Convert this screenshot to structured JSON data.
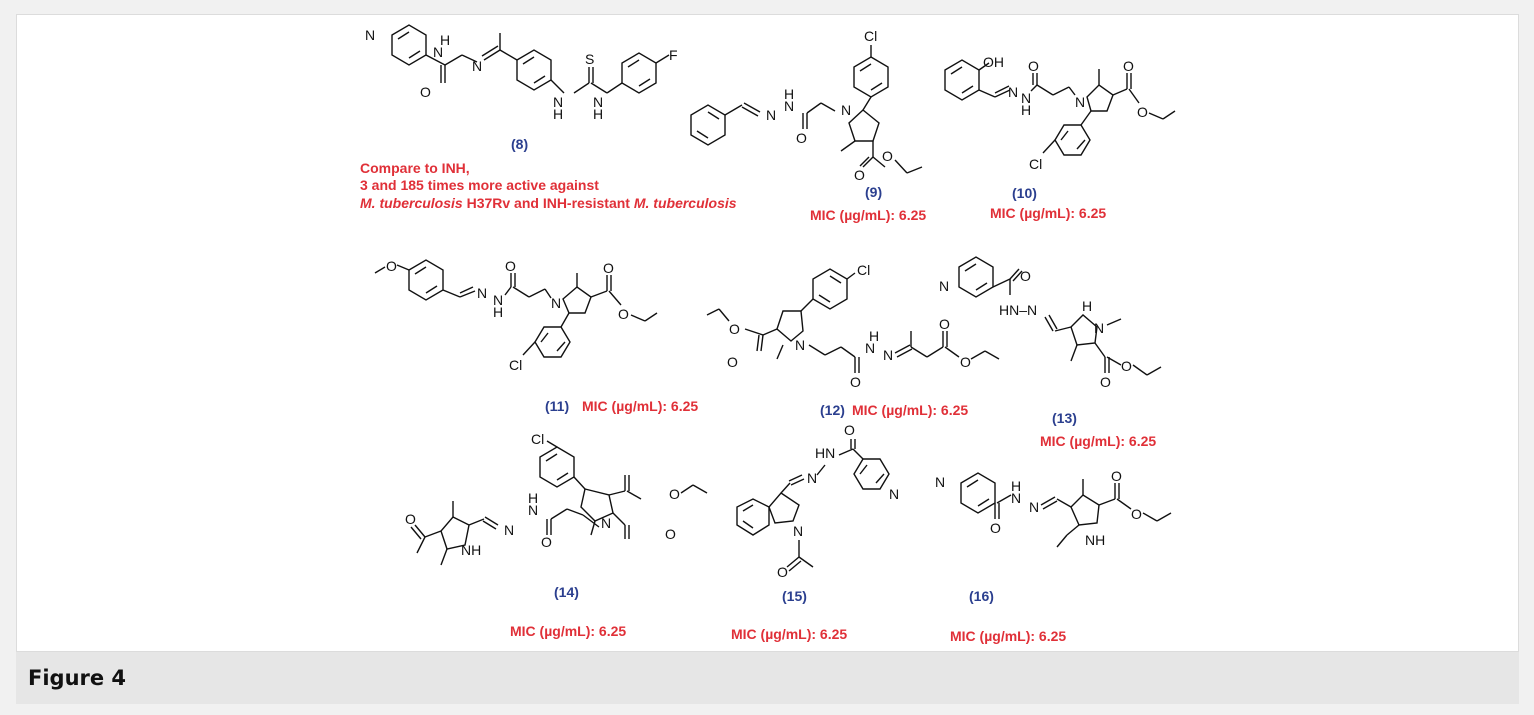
{
  "figure": {
    "caption": "Figure 4",
    "note_lines": [
      "Compare to INH,",
      "3 and 185 times more active against"
    ],
    "note_line3": {
      "italic1": "M. tuberculosis",
      "plain": " H37Rv and INH-resistant ",
      "italic2": "M. tuberculosis"
    },
    "compounds": [
      {
        "id": "8",
        "label": "(8)",
        "mic": ""
      },
      {
        "id": "9",
        "label": "(9)",
        "mic": "MIC (µg/mL): 6.25"
      },
      {
        "id": "10",
        "label": "(10)",
        "mic": "MIC (µg/mL): 6.25"
      },
      {
        "id": "11",
        "label": "(11)",
        "mic": "MIC (µg/mL): 6.25"
      },
      {
        "id": "12",
        "label": "(12)",
        "mic": "MIC (µg/mL): 6.25"
      },
      {
        "id": "13",
        "label": "(13)",
        "mic": "MIC (µg/mL): 6.25"
      },
      {
        "id": "14",
        "label": "(14)",
        "mic": "MIC (µg/mL): 6.25"
      },
      {
        "id": "15",
        "label": "(15)",
        "mic": "MIC (µg/mL): 6.25"
      },
      {
        "id": "16",
        "label": "(16)",
        "mic": "MIC (µg/mL): 6.25"
      }
    ],
    "atoms": {
      "n": "N",
      "o": "O",
      "s": "S",
      "f": "F",
      "cl": "Cl",
      "h": "H",
      "nh": "NH",
      "hn": "HN",
      "oh": "OH",
      "hnn": "HN–N"
    }
  }
}
